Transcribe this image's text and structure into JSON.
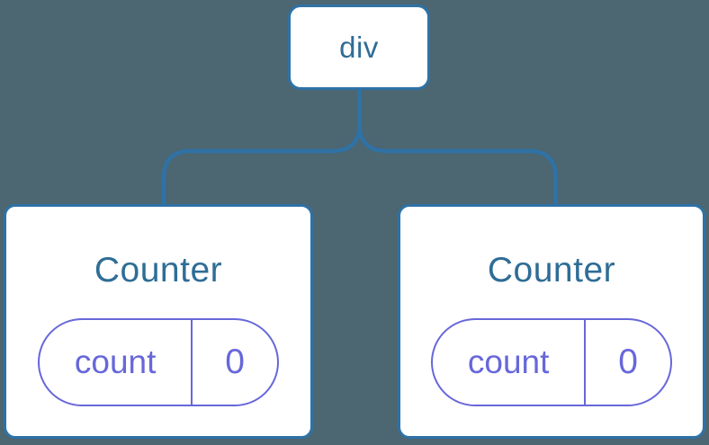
{
  "diagram": {
    "root": {
      "label": "div"
    },
    "children": [
      {
        "title": "Counter",
        "state": {
          "key": "count",
          "value": "0"
        }
      },
      {
        "title": "Counter",
        "state": {
          "key": "count",
          "value": "0"
        }
      }
    ]
  },
  "colors": {
    "background": "#4C6672",
    "connector_line": "#2E72A6",
    "node_fill": "#FFFFFF",
    "node_label_text": "#2E6D96",
    "state_accent": "#6767DB"
  }
}
